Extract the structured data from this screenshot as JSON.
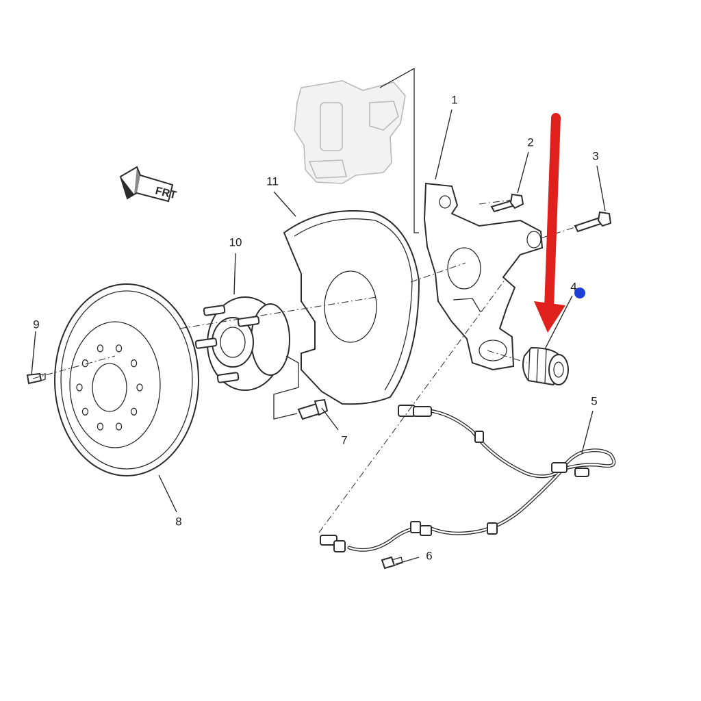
{
  "callouts": [
    {
      "id": "1",
      "label": "1"
    },
    {
      "id": "2",
      "label": "2"
    },
    {
      "id": "3",
      "label": "3"
    },
    {
      "id": "4",
      "label": "4"
    },
    {
      "id": "5",
      "label": "5"
    },
    {
      "id": "6",
      "label": "6"
    },
    {
      "id": "7",
      "label": "7"
    },
    {
      "id": "8",
      "label": "8"
    },
    {
      "id": "9",
      "label": "9"
    },
    {
      "id": "10",
      "label": "10"
    },
    {
      "id": "11",
      "label": "11"
    }
  ],
  "front_marker": {
    "label": "FRT"
  },
  "colors": {
    "arrow": "#e0201c",
    "marker_dot": "#1d3fd8",
    "line": "#2b2b2b"
  }
}
